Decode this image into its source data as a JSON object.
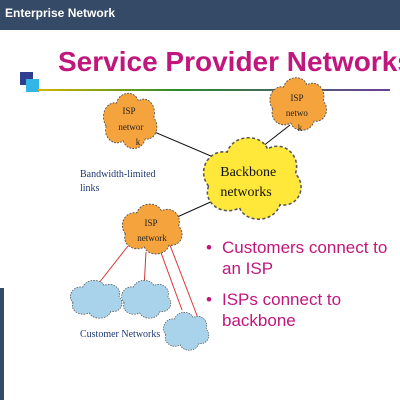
{
  "header": {
    "title": "Enterprise Network"
  },
  "slide": {
    "title": "Service Provider Networks",
    "bullets": [
      "Customers connect to an ISP",
      "ISPs connect to backbone"
    ],
    "bullet_glyph": "•"
  },
  "diagram": {
    "isp_left_label": [
      "ISP",
      "networ",
      "k"
    ],
    "isp_right_label": [
      "ISP",
      "netwo",
      "k"
    ],
    "isp_mid_label": [
      "ISP",
      "network"
    ],
    "backbone_label": [
      "Backbone",
      "networks"
    ],
    "bandwidth_label": [
      "Bandwidth-limited",
      "links"
    ],
    "customer_label": "Customer Networks"
  },
  "colors": {
    "header_bg": "#344a66",
    "title": "#c0177d",
    "isp_cloud": "#f5a33c",
    "backbone_cloud": "#ffe83a",
    "customer_cloud": "#a9d3ea",
    "link_red": "#d43a3a"
  }
}
